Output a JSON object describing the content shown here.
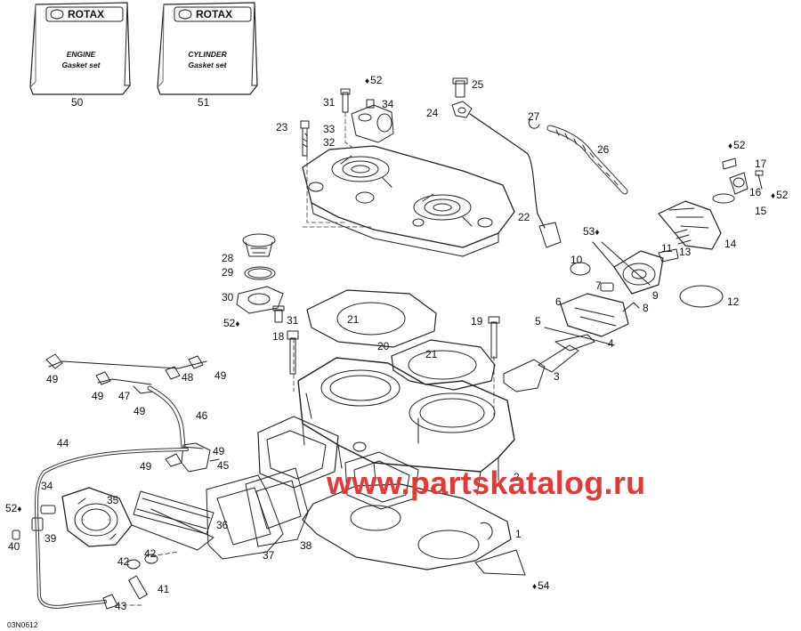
{
  "diagram": {
    "drawing_code": "03N0612",
    "watermark": "www.partskatalog.ru",
    "manuals": [
      {
        "brand": "ROTAX",
        "line1": "ENGINE",
        "line2": "Gasket set",
        "number": "50"
      },
      {
        "brand": "ROTAX",
        "line1": "CYLINDER",
        "line2": "Gasket set",
        "number": "51"
      }
    ],
    "callouts": [
      {
        "id": "c52a",
        "text": "52",
        "drop": true
      },
      {
        "id": "c25",
        "text": "25"
      },
      {
        "id": "c31a",
        "text": "31"
      },
      {
        "id": "c34a",
        "text": "34"
      },
      {
        "id": "c24",
        "text": "24"
      },
      {
        "id": "c23",
        "text": "23"
      },
      {
        "id": "c33",
        "text": "33"
      },
      {
        "id": "c27",
        "text": "27"
      },
      {
        "id": "c32",
        "text": "32"
      },
      {
        "id": "c26",
        "text": "26"
      },
      {
        "id": "c52b",
        "text": "52",
        "drop": true
      },
      {
        "id": "c17",
        "text": "17"
      },
      {
        "id": "c16",
        "text": "16"
      },
      {
        "id": "c52c",
        "text": "52",
        "drop": true
      },
      {
        "id": "c15",
        "text": "15"
      },
      {
        "id": "c22",
        "text": "22"
      },
      {
        "id": "c53",
        "text": "53",
        "drop_after": true
      },
      {
        "id": "c14",
        "text": "14"
      },
      {
        "id": "c28",
        "text": "28"
      },
      {
        "id": "c11",
        "text": "11"
      },
      {
        "id": "c13",
        "text": "13"
      },
      {
        "id": "c10",
        "text": "10"
      },
      {
        "id": "c29",
        "text": "29"
      },
      {
        "id": "c7",
        "text": "7"
      },
      {
        "id": "c9",
        "text": "9"
      },
      {
        "id": "c30",
        "text": "30"
      },
      {
        "id": "c12",
        "text": "12"
      },
      {
        "id": "c6",
        "text": "6"
      },
      {
        "id": "c8",
        "text": "8"
      },
      {
        "id": "c52d",
        "text": "52",
        "drop": true
      },
      {
        "id": "c31b",
        "text": "31"
      },
      {
        "id": "c21a",
        "text": "21"
      },
      {
        "id": "c19",
        "text": "19"
      },
      {
        "id": "c5",
        "text": "5"
      },
      {
        "id": "c18",
        "text": "18"
      },
      {
        "id": "c20",
        "text": "20"
      },
      {
        "id": "c4",
        "text": "4"
      },
      {
        "id": "c21b",
        "text": "21"
      },
      {
        "id": "c3",
        "text": "3"
      },
      {
        "id": "c49a",
        "text": "49"
      },
      {
        "id": "c48",
        "text": "48"
      },
      {
        "id": "c49b",
        "text": "49"
      },
      {
        "id": "c49c",
        "text": "49"
      },
      {
        "id": "c47",
        "text": "47"
      },
      {
        "id": "c49d",
        "text": "49"
      },
      {
        "id": "c46",
        "text": "46"
      },
      {
        "id": "c44",
        "text": "44"
      },
      {
        "id": "c49e",
        "text": "49"
      },
      {
        "id": "c49f",
        "text": "49"
      },
      {
        "id": "c45",
        "text": "45"
      },
      {
        "id": "c2",
        "text": "2"
      },
      {
        "id": "c34b",
        "text": "34"
      },
      {
        "id": "c35",
        "text": "35"
      },
      {
        "id": "c52e",
        "text": "52",
        "drop": true
      },
      {
        "id": "c36",
        "text": "36"
      },
      {
        "id": "c39",
        "text": "39"
      },
      {
        "id": "c40",
        "text": "40"
      },
      {
        "id": "c1",
        "text": "1"
      },
      {
        "id": "c38",
        "text": "38"
      },
      {
        "id": "c42a",
        "text": "42"
      },
      {
        "id": "c37",
        "text": "37"
      },
      {
        "id": "c42b",
        "text": "42"
      },
      {
        "id": "c54",
        "text": "54",
        "drop": true
      },
      {
        "id": "c41",
        "text": "41"
      },
      {
        "id": "c43",
        "text": "43"
      }
    ]
  }
}
